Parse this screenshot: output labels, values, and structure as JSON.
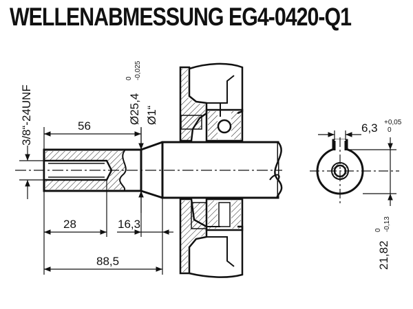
{
  "title": "WELLENABMESSUNG EG4-0420-Q1",
  "thread": "3/8“-24UNF",
  "dims": {
    "d56": "56",
    "d28": "28",
    "d16_3": "16,3",
    "d88_5": "88,5",
    "dia_mm": "Ø25,4",
    "dia_mm_tol_up": "0",
    "dia_mm_tol_low": "-0,025",
    "dia_in": "Ø1“",
    "key_width": "6,3",
    "key_width_tol_up": "+0,05",
    "key_width_tol_low": "0",
    "key_depth": "21,82",
    "key_depth_tol_up": "0",
    "key_depth_tol_low": "-0,13"
  }
}
